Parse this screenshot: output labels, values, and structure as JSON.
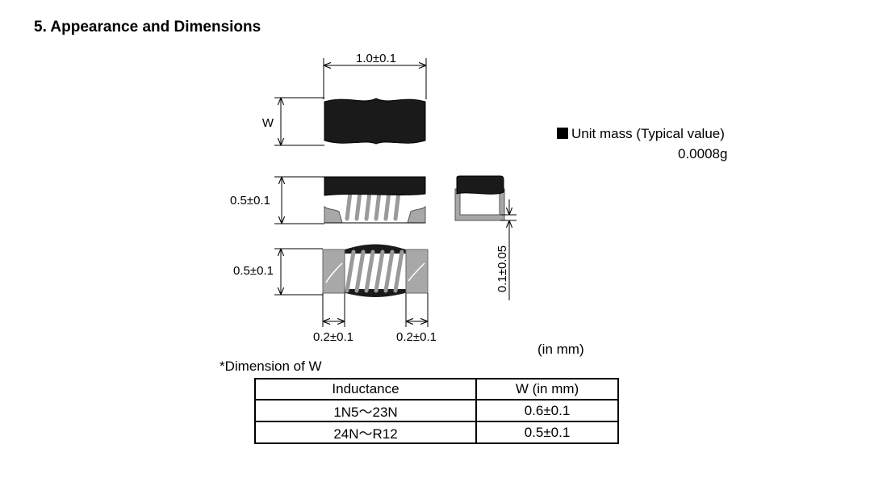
{
  "section": {
    "title": "5. Appearance and Dimensions"
  },
  "dimensions": {
    "length": "1.0±0.1",
    "width_symbol": "W",
    "height_side": "0.5±0.1",
    "height_bottom": "0.5±0.1",
    "terminal_left": "0.2±0.1",
    "terminal_right": "0.2±0.1",
    "terminal_thickness": "0.1±0.05"
  },
  "unit_mass": {
    "label": "Unit mass (Typical value)",
    "value": "0.0008g"
  },
  "units_note": "(in mm)",
  "w_table": {
    "caption": "*Dimension of W",
    "headers": [
      "Inductance",
      "W (in mm)"
    ],
    "rows": [
      [
        "1N5～23N",
        "0.6±0.1"
      ],
      [
        "24N～R12",
        "0.5±0.1"
      ]
    ]
  }
}
